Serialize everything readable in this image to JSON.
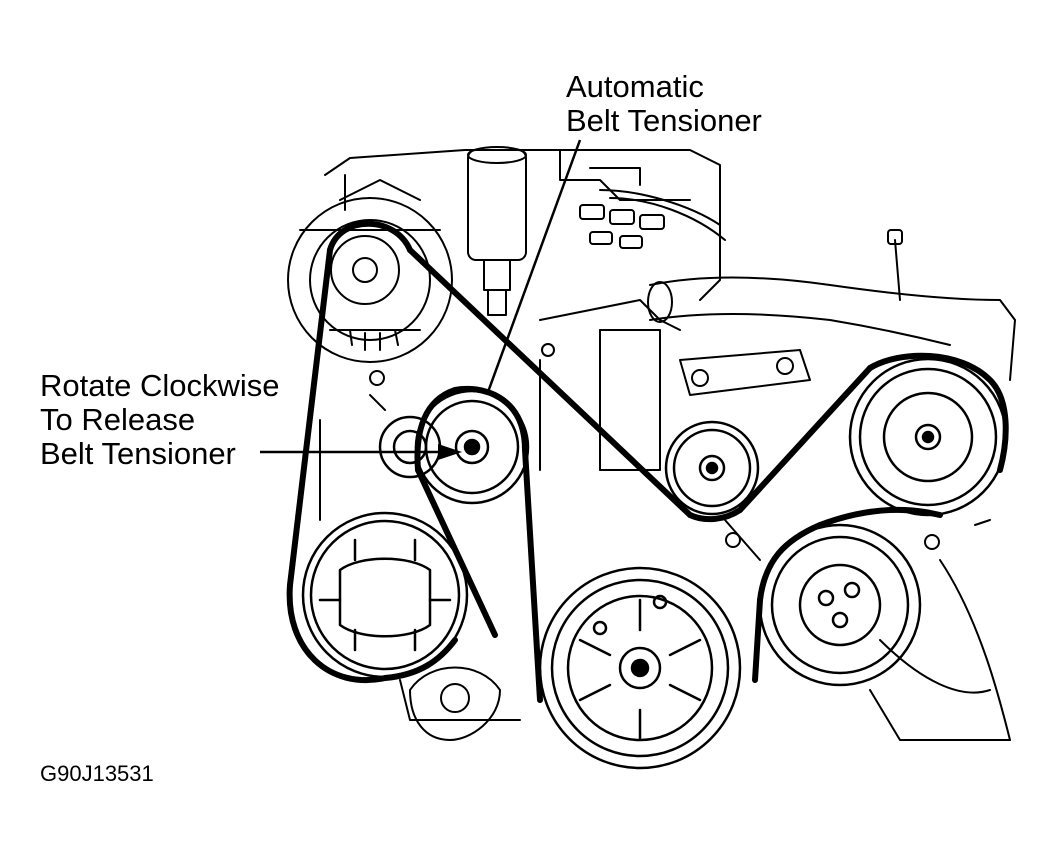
{
  "labels": {
    "tensioner_label": [
      "Automatic",
      "Belt Tensioner"
    ],
    "rotate_label": [
      "Rotate Clockwise",
      "To Release",
      "Belt Tensioner"
    ],
    "figure_code": "G90J13531"
  },
  "colors": {
    "ink": "#000000",
    "paper": "#ffffff"
  }
}
